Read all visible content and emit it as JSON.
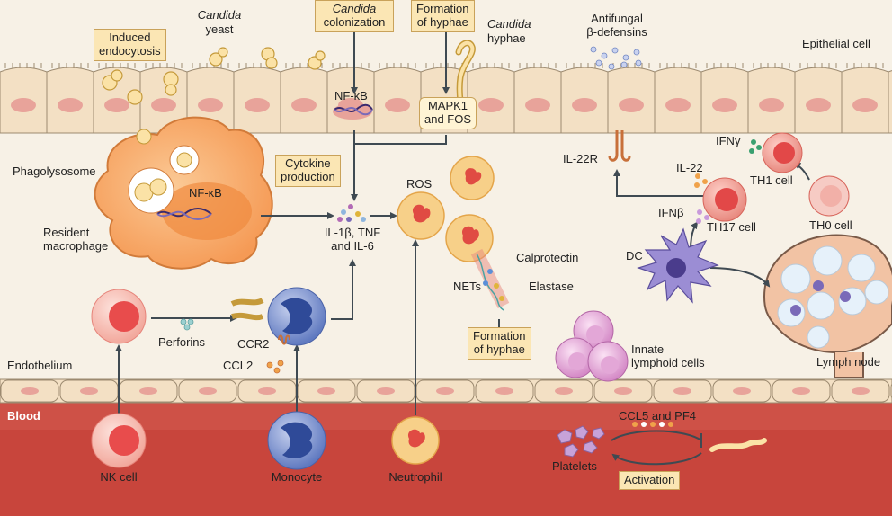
{
  "labels": {
    "induced_endocytosis": "Induced\nendocytosis",
    "candida_yeast_italic": "Candida",
    "candida_yeast_rest": "yeast",
    "candida_colonization_italic": "Candida",
    "candida_colonization_rest": "colonization",
    "formation_of_hyphae_top": "Formation\nof hyphae",
    "candida_hyphae_italic": "Candida",
    "candida_hyphae_rest": "hyphae",
    "antifungal_defensins": "Antifungal\nβ-defensins",
    "epithelial_cell": "Epithelial cell",
    "nfkb_top": "NF-κB",
    "mapk1_fos": "MAPK1\nand FOS",
    "phagolysosome": "Phagolysosome",
    "nfkb_macrophage": "NF-κB",
    "resident_macrophage": "Resident\nmacrophage",
    "cytokine_production": "Cytokine\nproduction",
    "cytokines": "IL-1β, TNF\nand IL-6",
    "ros": "ROS",
    "calprotectin": "Calprotectin",
    "nets": "NETs",
    "elastase": "Elastase",
    "formation_of_hyphae_bottom": "Formation\nof hyphae",
    "il22r": "IL-22R",
    "ifng": "IFNγ",
    "il22": "IL-22",
    "th1_cell": "TH1 cell",
    "th17_cell": "TH17 cell",
    "th0_cell": "TH0 cell",
    "ifnb": "IFNβ",
    "dc": "DC",
    "innate_lymphoid_cells": "Innate\nlymphoid cells",
    "lymph_node": "Lymph node",
    "perforins": "Perforins",
    "ccr2": "CCR2",
    "ccl2": "CCL2",
    "endothelium": "Endothelium",
    "blood": "Blood",
    "nk_cell": "NK cell",
    "monocyte": "Monocyte",
    "neutrophil": "Neutrophil",
    "ccl5_pf4": "CCL5 and PF4",
    "platelets": "Platelets",
    "activation": "Activation"
  },
  "colors": {
    "background": "#f7f1e6",
    "epithelium": "#f3e0c4",
    "epithelial_nucleus": "#e8a39a",
    "blood": "#c8453c",
    "macrophage": "#f7a86a",
    "label_box": "#fbe6b4",
    "nk_cell": "#e84c4c",
    "monocyte": "#6f86c9",
    "neutrophil": "#f5c672",
    "th_cell": "#e24848",
    "dc": "#8a7bc9",
    "innate_lymphoid": "#d98cc9",
    "arrow": "#3f4a52"
  }
}
